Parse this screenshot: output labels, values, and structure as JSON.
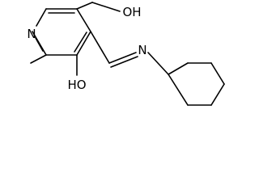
{
  "molecule": {
    "atoms": {
      "ring_nitrogen": "N",
      "hydroxymethyl_oh": "OH",
      "phenol_oh": "HO",
      "imine_nitrogen": "N"
    },
    "colors": {
      "bond": "#000000",
      "label": "#000000",
      "background": "#ffffff"
    }
  }
}
